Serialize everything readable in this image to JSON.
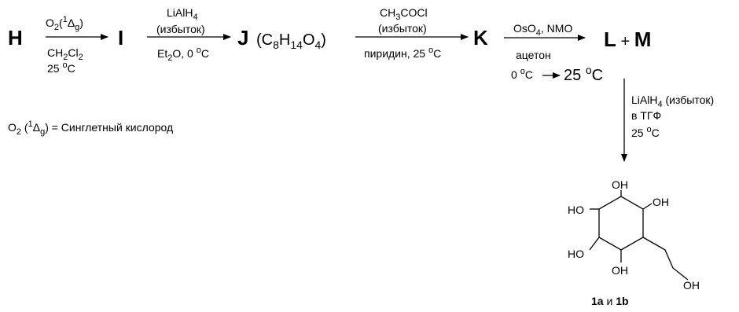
{
  "compounds": {
    "H": "H",
    "I": "I",
    "J": "J",
    "J_formula": [
      "(C",
      "8",
      "H",
      "14",
      "O",
      "4",
      ")"
    ],
    "K": "K",
    "LM": [
      "L",
      " + ",
      "M"
    ],
    "product": [
      "1a",
      " и ",
      "1b"
    ]
  },
  "step1": {
    "above": [
      "O",
      "2",
      "(",
      "1",
      "Δ",
      "g",
      ")"
    ],
    "below1": [
      "CH",
      "2",
      "Cl",
      "2"
    ],
    "below2": [
      "25 ",
      "o",
      "C"
    ]
  },
  "step2": {
    "above1": [
      "LiAlH",
      "4"
    ],
    "above2": "(избыток)",
    "below": [
      "Et",
      "2",
      "O, 0 ",
      "o",
      "C"
    ]
  },
  "step3": {
    "above1": [
      "CH",
      "3",
      "COCl"
    ],
    "above2": "(избыток)",
    "below": [
      "пиридин, 25 ",
      "o",
      "C"
    ]
  },
  "step4": {
    "above": [
      "OsO",
      "4",
      ", NMO"
    ],
    "below1": "ацетон",
    "below2a": [
      "0 ",
      "o",
      "C"
    ],
    "below2b": [
      "25 ",
      "o",
      "C"
    ]
  },
  "step5": {
    "line1": [
      "LiAlH",
      "4",
      " (избыток)"
    ],
    "line2": "в ТГФ",
    "line3": [
      "25 ",
      "o",
      "C"
    ]
  },
  "note": [
    "O",
    "2",
    " (",
    "1",
    "Δ",
    "g",
    ") = Синглетный кислород"
  ],
  "structure": {
    "oh_top": "OH",
    "oh_upper_left": "HO",
    "oh_upper_right": "OH",
    "oh_lower_left": "HO",
    "oh_bottom": "OH",
    "oh_chain": "OH"
  }
}
